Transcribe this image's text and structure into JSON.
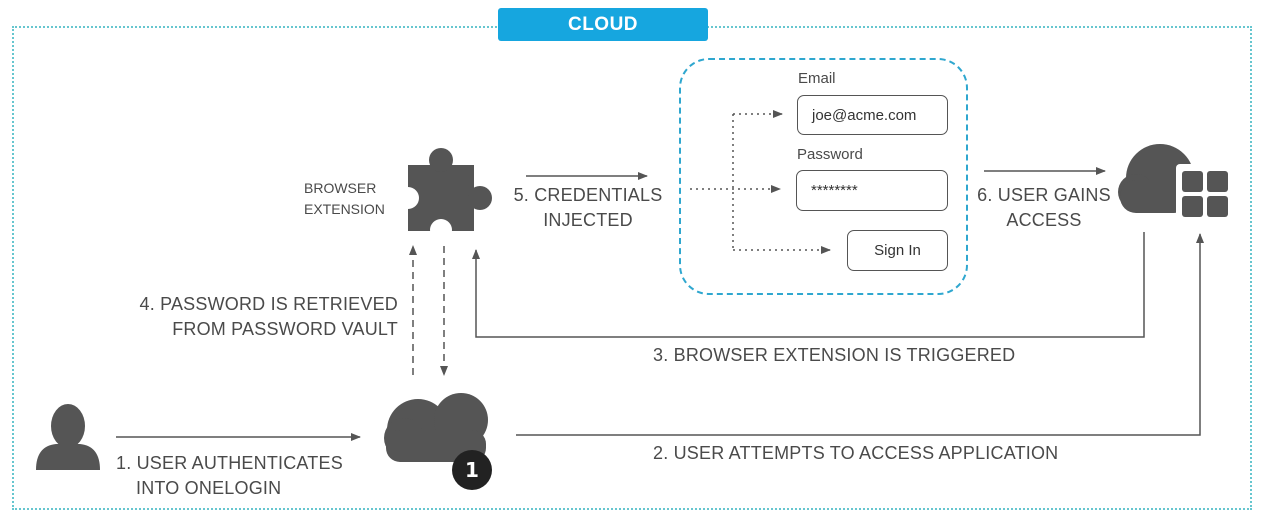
{
  "cloud_label": "CLOUD",
  "browser_extension_label": [
    "BROWSER",
    "EXTENSION"
  ],
  "steps": {
    "step1": [
      "1. USER AUTHENTICATES",
      "INTO ONELOGIN"
    ],
    "step2": "2. USER ATTEMPTS TO ACCESS APPLICATION",
    "step3": "3. BROWSER EXTENSION IS TRIGGERED",
    "step4": [
      "4. PASSWORD IS RETRIEVED",
      "FROM PASSWORD VAULT"
    ],
    "step5": [
      "5. CREDENTIALS",
      "INJECTED"
    ],
    "step6": [
      "6. USER GAINS",
      "ACCESS"
    ]
  },
  "login_form": {
    "email_label": "Email",
    "email_value": "joe@acme.com",
    "password_label": "Password",
    "password_value": "********",
    "signin_label": "Sign In"
  },
  "onelogin_badge": "1",
  "colors": {
    "accent_blue": "#16a6df",
    "frame_dots": "#66c6cf",
    "icon_gray": "#555555"
  },
  "icons": [
    "user-icon",
    "onelogin-cloud-icon",
    "puzzle-piece-icon",
    "cloud-apps-icon"
  ]
}
